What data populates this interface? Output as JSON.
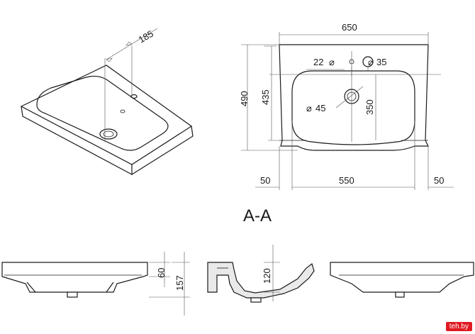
{
  "dimensions": {
    "iso_offset": "185",
    "width_total": "650",
    "depth_total": "490",
    "depth_inner": "435",
    "depth_tap": "350",
    "hole_small": "22",
    "hole_tap": "35",
    "hole_drain": "45",
    "margin_left": "50",
    "width_inner": "550",
    "margin_right": "50",
    "front_height": "60",
    "total_height": "157",
    "section_height": "120"
  },
  "symbols": {
    "diameter": "⌀"
  },
  "section_label": "A-A",
  "watermark": "teh.by"
}
